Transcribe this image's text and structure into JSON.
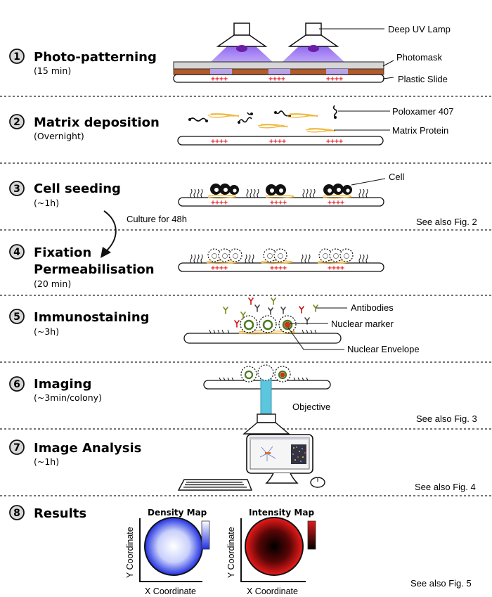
{
  "steps": [
    {
      "num": "1",
      "title": "Photo-patterning",
      "sub": "(15 min)"
    },
    {
      "num": "2",
      "title": "Matrix deposition",
      "sub": "(Overnight)"
    },
    {
      "num": "3",
      "title": "Cell seeding",
      "sub": "(~1h)"
    },
    {
      "num": "4",
      "title": "Fixation",
      "title2": "Permeabilisation",
      "sub": "(20 min)"
    },
    {
      "num": "5",
      "title": "Immunostaining",
      "sub": "(~3h)"
    },
    {
      "num": "6",
      "title": "Imaging",
      "sub": "(~3min/colony)"
    },
    {
      "num": "7",
      "title": "Image Analysis",
      "sub": "(~1h)"
    },
    {
      "num": "8",
      "title": "Results",
      "sub": ""
    }
  ],
  "labels": {
    "deep_uv_lamp": "Deep UV Lamp",
    "photomask": "Photomask",
    "plastic_slide": "Plastic Slide",
    "poloxamer": "Poloxamer 407",
    "matrix_protein": "Matrix Protein",
    "cell": "Cell",
    "culture": "Culture for 48h",
    "antibodies": "Antibodies",
    "nuclear_marker": "Nuclear marker",
    "nuclear_envelope": "Nuclear Envelope",
    "objective": "Objective",
    "plus_signs": "++++"
  },
  "see_also": {
    "fig2": "See also Fig. 2",
    "fig3": "See also Fig. 3",
    "fig4": "See also Fig. 4",
    "fig5": "See also Fig. 5"
  },
  "results": {
    "density_title": "Density Map",
    "intensity_title": "Intensity Map",
    "x_axis": "X Coordinate",
    "y_axis": "Y Coordinate"
  },
  "colors": {
    "uv_purple": "#8a5cf0",
    "photomask_brown": "#b25a2a",
    "matrix_yellow": "#f0b63a",
    "plus_red": "#e8202a",
    "density_blue": "#1f2fe0",
    "intensity_red": "#cc1111",
    "staining_green": "#4a7a1e",
    "objective_cyan": "#5bc6de"
  }
}
